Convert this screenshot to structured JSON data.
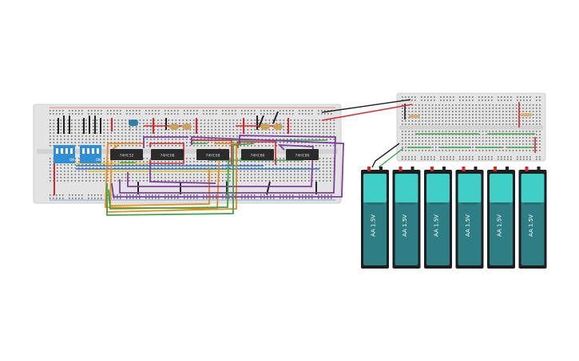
{
  "chips": [
    {
      "id": "ic1",
      "label": "74HC32"
    },
    {
      "id": "ic2",
      "label": "74HC08"
    },
    {
      "id": "ic3",
      "label": "74HC08"
    },
    {
      "id": "ic4",
      "label": "74HC86"
    },
    {
      "id": "ic5",
      "label": "74HC86"
    }
  ],
  "batteries": [
    {
      "label": "AA 1.5V"
    },
    {
      "label": "AA 1.5V"
    },
    {
      "label": "AA 1.5V"
    },
    {
      "label": "AA 1.5V"
    },
    {
      "label": "AA 1.5V"
    },
    {
      "label": "AA 1.5V"
    }
  ],
  "dip_switches": [
    {
      "label": "ON"
    },
    {
      "label": "ON"
    }
  ],
  "colors": {
    "breadboard": "#e3e3e3",
    "chip": "#2b2b2b",
    "battery_body": "#2e7f85",
    "battery_cap": "#3fcfc6",
    "wire_red": "#d9262c",
    "wire_black": "#222222",
    "wire_orange": "#e8891b",
    "wire_purple": "#7b3fa0",
    "wire_green": "#3aa34a",
    "wire_blue": "#2d6fd1",
    "wire_yellow": "#e6c21f",
    "dip_blue": "#2f8fd6"
  }
}
